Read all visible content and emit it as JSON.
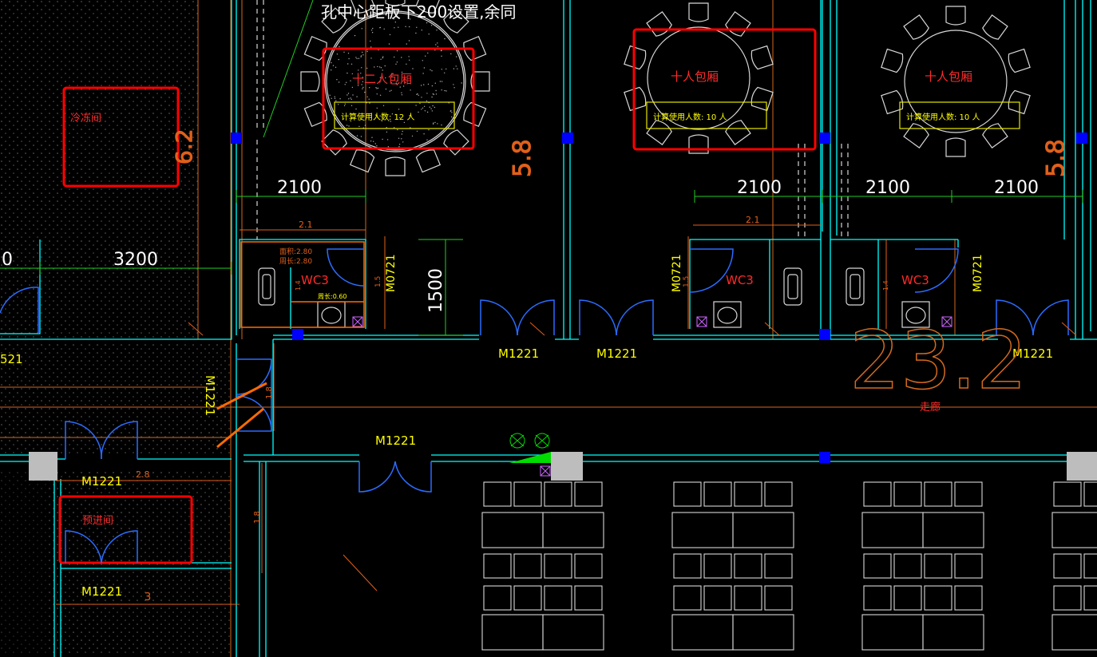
{
  "viewer": {
    "background": "#000000",
    "colors": {
      "wall": "#00ffff",
      "door": "#2b6cff",
      "furniture": "#d8d8d8",
      "axis": "#d2691e",
      "dimension": "#22cc22",
      "room_text": "#ff2a2a",
      "highlight_box": "#ff0000",
      "calc_box": "#e6e600",
      "annotation": "#ffff00",
      "dots": "#666666",
      "column": "#0000ff"
    }
  },
  "note": {
    "text": "孔中心距板下200设置,余同"
  },
  "rooms": {
    "room12": {
      "name": "十二人包厢",
      "calc": "计算使用人数: 12 人"
    },
    "room10a": {
      "name": "十人包厢",
      "calc": "计算使用人数: 10 人"
    },
    "room10b": {
      "name": "十人包厢",
      "calc": "计算使用人数: 10 人"
    },
    "cold": {
      "name": "冷冻间"
    },
    "preentry": {
      "name": "预进间"
    },
    "corridor": {
      "name": "走廊"
    }
  },
  "dimensions": {
    "d2100_1": "2100",
    "d2100_2": "2100",
    "d2100_3": "2100",
    "d2100_4": "2100",
    "d3200": "3200",
    "d0": "0",
    "d1500": "1500",
    "d2_1a": "2.1",
    "d2_1b": "2.1",
    "d2_8": "2.8",
    "d1_8a": "1.8",
    "d1_8b": "1.8",
    "d3": "3",
    "d1_5a": "1.5",
    "d1_5b": "1.5",
    "d1_4a": "1.4",
    "d1_4b": "1.4"
  },
  "doors": {
    "m1221_1": "M1221",
    "m1221_2": "M1221",
    "m1221_3": "M1221",
    "m1221_4": "M1221",
    "m1221_5": "M1221",
    "m1221_6": "M1221",
    "m1221_7": "M1221",
    "m0721_1": "M0721",
    "m0721_2": "M0721",
    "m0721_3": "M0721",
    "m1221_left": "521"
  },
  "wc": {
    "wc1": "WC3",
    "wc2": "WC3",
    "wc3": "WC3"
  },
  "areas": {
    "a1_line1": "面积:2.80",
    "a1_line2": "周长:2.80",
    "a2": "周长:0.60"
  },
  "axes": {
    "num_5_8_left": "5.8",
    "num_5_8_right": "5.8",
    "num_6_2": "6.2",
    "num_23_2": "23.2"
  }
}
